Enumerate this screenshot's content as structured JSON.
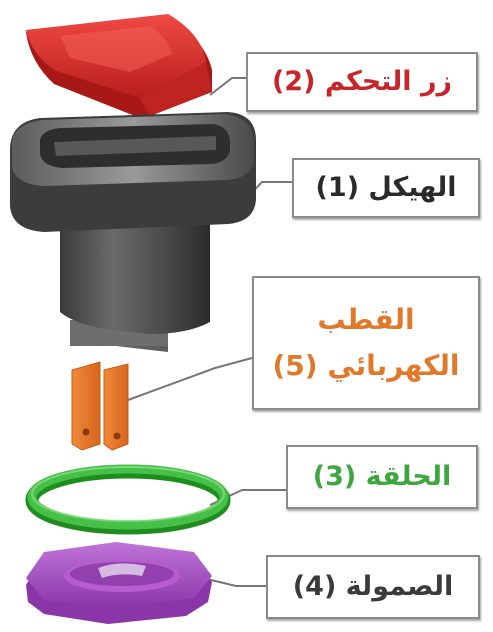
{
  "parts": [
    {
      "id": "button",
      "label": "زر التحكم (2)",
      "color": "#d9302c"
    },
    {
      "id": "body",
      "label": "الهيكل (1)",
      "color": "#3a3a3a"
    },
    {
      "id": "pole",
      "label_line1": "القطب",
      "label_line2": "الكهربائي (5)",
      "color": "#e8782c"
    },
    {
      "id": "ring",
      "label": "الحلقة (3)",
      "color": "#3ea63e"
    },
    {
      "id": "nut",
      "label": "الصمولة (4)",
      "color": "#9a3fb5"
    }
  ]
}
